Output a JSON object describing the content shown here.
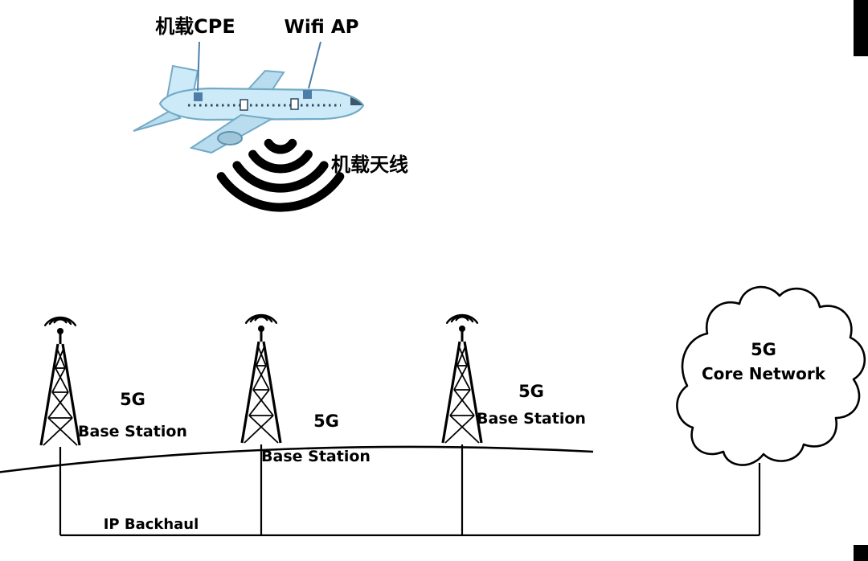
{
  "airplane": {
    "cpe_label": "机载CPE",
    "wifi_ap_label": "Wifi AP",
    "antenna_label": "机载天线"
  },
  "base_stations": [
    {
      "tier": "5G",
      "name": "Base Station"
    },
    {
      "tier": "5G",
      "name": "Base Station"
    },
    {
      "tier": "5G",
      "name": "Base Station"
    }
  ],
  "core_network": {
    "tier": "5G",
    "name": "Core Network"
  },
  "backhaul": {
    "label": "IP Backhaul"
  },
  "colors": {
    "plane_fill": "#cdeaf8",
    "plane_stroke": "#73aac6",
    "marker_blue": "#4d7ea8",
    "ink": "#000000"
  }
}
